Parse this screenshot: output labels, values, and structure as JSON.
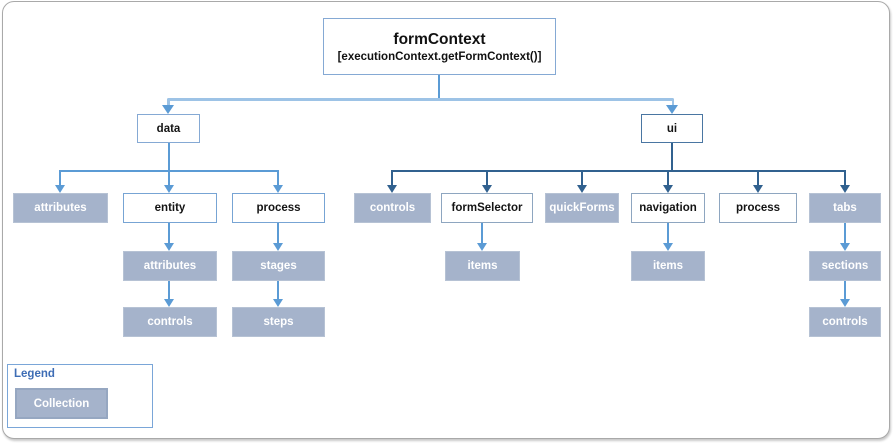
{
  "colors": {
    "collection_fill": "#a5b3cb",
    "white_box_border_blue": "#77a4d4",
    "ui_branch_border": "#4a76a2",
    "ui_white_box_border": "#8ea6c0",
    "connector_light": "#9dc3e6",
    "connector_medium": "#5b9bd5",
    "connector_dark": "#31618f",
    "legend_title_color": "#3e6db5",
    "canvas_border": "#a9a9a9"
  },
  "diagram": {
    "root": {
      "title": "formContext",
      "subtitle": "[executionContext.getFormContext()]"
    },
    "branches": {
      "data": {
        "label": "data",
        "children": {
          "attributes": {
            "label": "attributes",
            "type": "collection"
          },
          "entity": {
            "label": "entity",
            "children": {
              "attributes": {
                "label": "attributes",
                "type": "collection"
              },
              "controls": {
                "label": "controls",
                "type": "collection"
              }
            }
          },
          "process": {
            "label": "process",
            "children": {
              "stages": {
                "label": "stages",
                "type": "collection"
              },
              "steps": {
                "label": "steps",
                "type": "collection"
              }
            }
          }
        }
      },
      "ui": {
        "label": "ui",
        "children": {
          "controls": {
            "label": "controls",
            "type": "collection"
          },
          "formSelector": {
            "label": "formSelector",
            "children": {
              "items": {
                "label": "items",
                "type": "collection"
              }
            }
          },
          "quickForms": {
            "label": "quickForms",
            "type": "collection"
          },
          "navigation": {
            "label": "navigation",
            "children": {
              "items": {
                "label": "items",
                "type": "collection"
              }
            }
          },
          "process": {
            "label": "process"
          },
          "tabs": {
            "label": "tabs",
            "type": "collection",
            "children": {
              "sections": {
                "label": "sections",
                "type": "collection",
                "children": {
                  "controls": {
                    "label": "controls",
                    "type": "collection"
                  }
                }
              }
            }
          }
        }
      }
    }
  },
  "legend": {
    "title": "Legend",
    "items": [
      {
        "label": "Collection",
        "type": "collection"
      }
    ]
  }
}
